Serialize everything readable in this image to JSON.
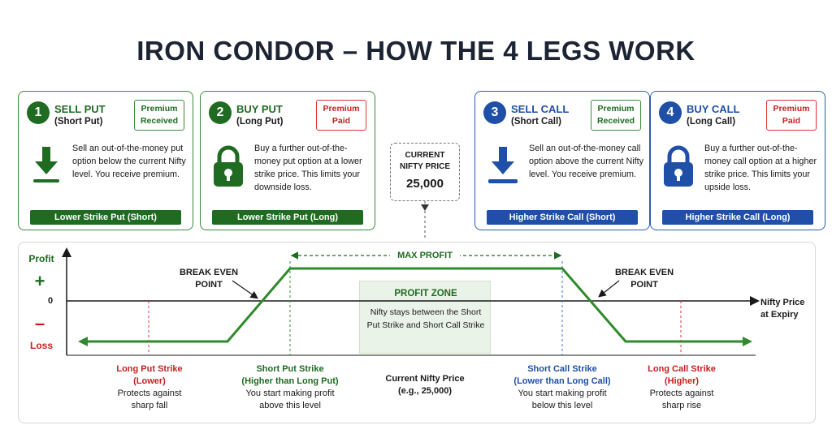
{
  "title": "IRON CONDOR – HOW THE 4 LEGS WORK",
  "colors": {
    "green": "#1e6b21",
    "blue": "#1f4fa6",
    "red": "#c62020",
    "zone": "#eaf3e7"
  },
  "cards": [
    {
      "number": "1",
      "title": "SELL PUT",
      "subtitle": "(Short Put)",
      "badge_line1": "Premium",
      "badge_line2": "Received",
      "description": "Sell an out-of-the-money put option below the current Nifty level. You receive premium.",
      "footer": "Lower Strike Put (Short)",
      "icon": "download-arrow-icon"
    },
    {
      "number": "2",
      "title": "BUY PUT",
      "subtitle": "(Long Put)",
      "badge_line1": "Premium",
      "badge_line2": "Paid",
      "description": "Buy a further out-of-the-money put option at a lower strike price. This limits your downside loss.",
      "footer": "Lower Strike Put (Long)",
      "icon": "lock-icon"
    },
    {
      "number": "3",
      "title": "SELL CALL",
      "subtitle": "(Short Call)",
      "badge_line1": "Premium",
      "badge_line2": "Received",
      "description": "Sell an out-of-the-money call option above the current Nifty level. You receive premium.",
      "footer": "Higher Strike Call (Short)",
      "icon": "download-arrow-icon"
    },
    {
      "number": "4",
      "title": "BUY CALL",
      "subtitle": "(Long Call)",
      "badge_line1": "Premium",
      "badge_line2": "Paid",
      "description": "Buy a further out-of-the-money call option at a higher strike price. This limits your upside loss.",
      "footer": "Higher Strike Call (Long)",
      "icon": "lock-icon"
    }
  ],
  "current_price": {
    "label_line1": "CURRENT",
    "label_line2": "NIFTY PRICE",
    "value": "25,000"
  },
  "chart": {
    "profit_label": "Profit",
    "plus_sign": "+",
    "zero_label": "0",
    "minus_sign": "–",
    "loss_label": "Loss",
    "x_axis_line1": "Nifty Price",
    "x_axis_line2": "at Expiry",
    "max_profit": "MAX PROFIT",
    "break_even_line1": "BREAK EVEN",
    "break_even_line2": "POINT",
    "zone_title": "PROFIT ZONE",
    "zone_desc": "Nifty stays between the Short Put Strike and Short Call Strike",
    "strikes": {
      "long_put": {
        "line1": "Long Put Strike",
        "line2": "(Lower)",
        "line3": "Protects against",
        "line4": "sharp fall"
      },
      "short_put": {
        "line1": "Short Put Strike",
        "line2": "(Higher than Long Put)",
        "line3": "You start making profit",
        "line4": "above this level"
      },
      "current": {
        "line1": "Current Nifty Price",
        "line2": "(e.g., 25,000)"
      },
      "short_call": {
        "line1": "Short Call Strike",
        "line2": "(Lower than Long Call)",
        "line3": "You start making profit",
        "line4": "below this level"
      },
      "long_call": {
        "line1": "Long Call Strike",
        "line2": "(Higher)",
        "line3": "Protects against",
        "line4": "sharp rise"
      }
    }
  }
}
